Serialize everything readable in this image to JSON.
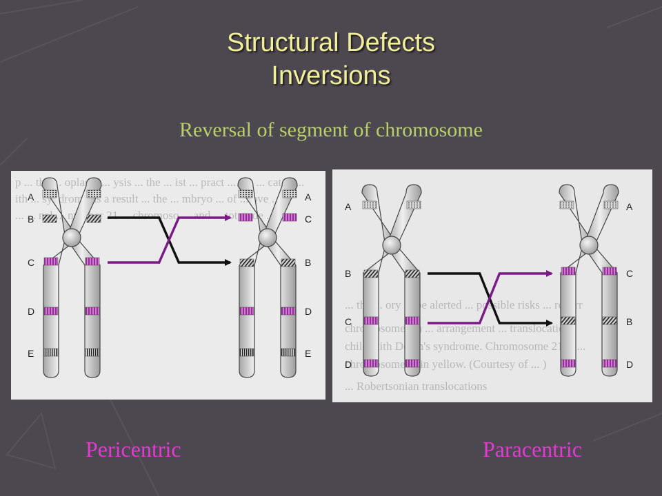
{
  "title": {
    "line1": "Structural Defects",
    "line2": "Inversions"
  },
  "subtitle": "Reversal of segment of chromosome",
  "panels": {
    "left": {
      "caption": "Pericentric",
      "before_letters": [
        "A",
        "B",
        "C",
        "D",
        "E"
      ],
      "after_letters": [
        "A",
        "C",
        "B",
        "D",
        "E"
      ]
    },
    "right": {
      "caption": "Paracentric",
      "before_letters": [
        "A",
        "B",
        "C",
        "D"
      ],
      "after_letters": [
        "A",
        "C",
        "B",
        "D"
      ]
    }
  },
  "colors": {
    "background": "#4d484f",
    "title": "#f2ef9a",
    "subtitle": "#b9d06a",
    "caption": "#e23bd3",
    "purple_band": "#b03ab2",
    "arrow_purple": "#7a1a86",
    "arrow_black": "#111111"
  }
}
